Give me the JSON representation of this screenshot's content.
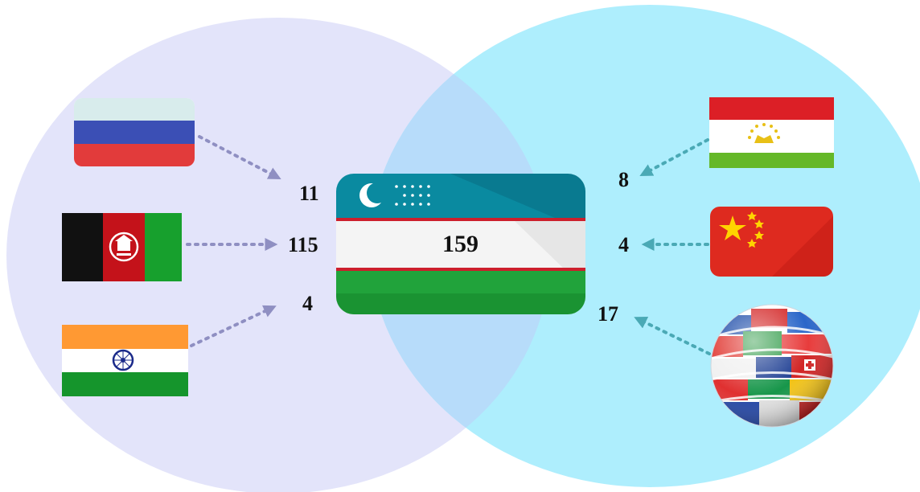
{
  "center": {
    "country": "Uzbekistan",
    "flag_icon": "uzbekistan-flag-icon",
    "value": "159"
  },
  "left_group": [
    {
      "country": "Russia",
      "flag_icon": "russia-flag-icon",
      "value": "11"
    },
    {
      "country": "Afghanistan",
      "flag_icon": "afghanistan-flag-icon",
      "value": "115"
    },
    {
      "country": "India",
      "flag_icon": "india-flag-icon",
      "value": "4"
    }
  ],
  "right_group": [
    {
      "country": "Tajikistan",
      "flag_icon": "tajikistan-flag-icon",
      "value": "8"
    },
    {
      "country": "China",
      "flag_icon": "china-flag-icon",
      "value": "4"
    },
    {
      "country": "Other countries",
      "flag_icon": "world-flags-globe-icon",
      "value": "17"
    }
  ],
  "colors": {
    "left_circle": "#e3e4fa",
    "right_circle": "#aeeefd",
    "overlap": "#b7dcfa",
    "left_arrow": "#8f8fc2",
    "right_arrow": "#4aa9b5"
  }
}
